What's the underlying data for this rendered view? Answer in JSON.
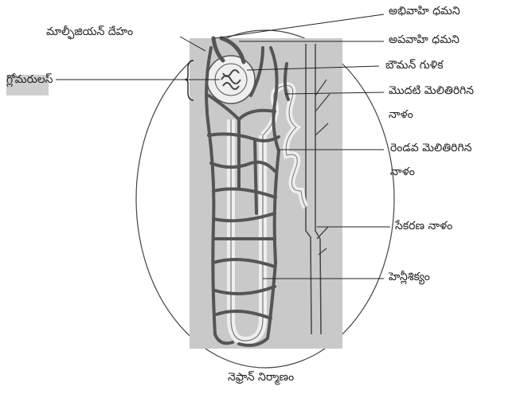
{
  "labels": {
    "afferent": "అభివాహి ధమని",
    "malpighian": "మాల్ఫీజియన్ దేహం",
    "efferent": "అపవాహి ధమని",
    "glomerulus": "గ్లోమరులస్",
    "bowman": "బౌమన్ గుళిక",
    "pct_1": "మొదటి మెలితిరిగిన",
    "pct_2": "నాళం",
    "dct_1": "రెండవ మెలితిరిగిన",
    "dct_2": "నాళం",
    "collecting": "సేకరణ నాళం",
    "henle": "హెన్లీశిక్యం"
  },
  "caption": "నెఫ్రాన్ నిర్మాణం",
  "colors": {
    "panel": "#c9c9c9",
    "vessel": "#555555",
    "tubule": "#f4f4f4",
    "line": "#222222"
  }
}
